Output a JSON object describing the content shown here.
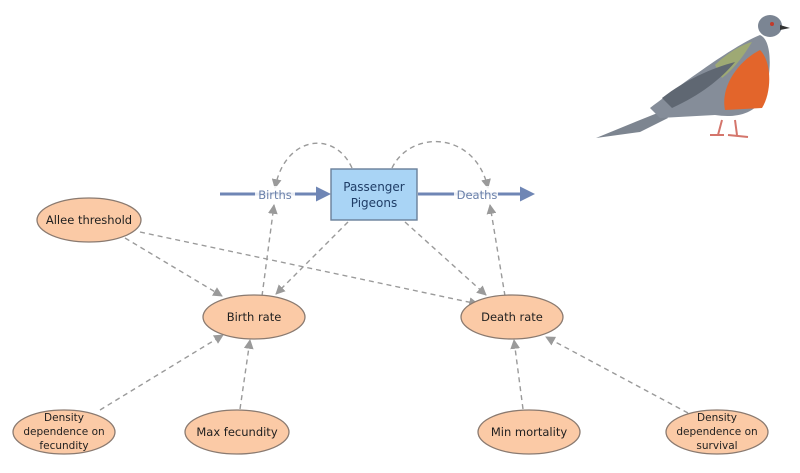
{
  "diagram": {
    "stock": {
      "label_line1": "Passenger",
      "label_line2": "Pigeons"
    },
    "flows": {
      "inflow": "Births",
      "outflow": "Deaths"
    },
    "variables": {
      "allee": "Allee threshold",
      "birth_rate": "Birth rate",
      "death_rate": "Death rate",
      "dd_fecundity": [
        "Density",
        "dependence on",
        "fecundity"
      ],
      "max_fecundity": "Max fecundity",
      "min_mortality": "Min mortality",
      "dd_survival": [
        "Density",
        "dependence on",
        "survival"
      ]
    },
    "colors": {
      "stock_fill": "#a9d4f5",
      "stock_stroke": "#6a7f99",
      "variable_fill": "#fbcaa6",
      "variable_stroke": "#8a7a70",
      "flow": "#6f86b5",
      "link": "#9a9a9a"
    },
    "image": {
      "name": "passenger-pigeon-illustration"
    }
  }
}
